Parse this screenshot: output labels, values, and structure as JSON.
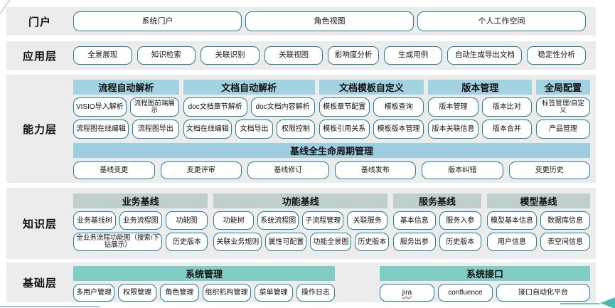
{
  "colors": {
    "band_bg": "#ececec",
    "chip_border": "#2a7a9b",
    "capability_header_bg": "#a3d2e3",
    "baseline_band_bg": "#9ccee0",
    "knowledge_header_bg": "#becfce",
    "foundation_header_bg": "#82ccc6",
    "arrow_accent": "#47b8b2",
    "bottom_line_accent": "#9dc3e6"
  },
  "layers": [
    {
      "label": "门户",
      "buttons": [
        "系统门户",
        "角色视图",
        "个人工作空间"
      ]
    },
    {
      "label": "应用层",
      "buttons": [
        "全景展现",
        "知识检索",
        "关联识别",
        "关联视图",
        "影响度分析",
        "生成用例",
        "自动生成导出文档",
        "稳定性分析"
      ]
    },
    {
      "label": "能力层",
      "groups": [
        {
          "title": "流程自动解析",
          "rows": [
            [
              "VISIO导入解析",
              "流程图前端展示"
            ],
            [
              "流程图在线编辑",
              "流程图导出"
            ]
          ]
        },
        {
          "title": "文档自动解析",
          "rows": [
            [
              "doc文档章节解析",
              "doc文档内容解析"
            ],
            [
              "文档在线编辑",
              "文档导出",
              "权限控制"
            ]
          ]
        },
        {
          "title": "文档模板自定义",
          "rows": [
            [
              "模板章节配置",
              "模板查询"
            ],
            [
              "模板引用关系",
              "模板版本管理"
            ]
          ]
        },
        {
          "title": "版本管理",
          "rows": [
            [
              "版本管理",
              "版本比对"
            ],
            [
              "版本关联信息",
              "版本合并"
            ]
          ]
        },
        {
          "title": "全局配置",
          "rows": [
            [
              "标签管理/自定义"
            ],
            [
              "产品管理"
            ]
          ]
        }
      ],
      "baseline": {
        "title": "基线全生命周期管理",
        "buttons": [
          "基线变更",
          "变更评审",
          "基线修订",
          "基线发布",
          "版本纠错",
          "变更历史"
        ]
      }
    },
    {
      "label": "知识层",
      "groups": [
        {
          "title": "业务基线",
          "rows": [
            [
              "业务基线树",
              "业务流程图",
              "功能图"
            ],
            [
              "全业务流程功能图（搜索/下钻展示）",
              "历史版本"
            ]
          ]
        },
        {
          "title": "功能基线",
          "rows": [
            [
              "功能树",
              "系统流程图",
              "子流程管理",
              "关联服务"
            ],
            [
              "关联业务规则",
              "属性可配置",
              "功能全景图",
              "历史版本"
            ]
          ]
        },
        {
          "title": "服务基线",
          "rows": [
            [
              "基本信息",
              "服务入参"
            ],
            [
              "服务出参",
              "历史版本"
            ]
          ]
        },
        {
          "title": "模型基线",
          "rows": [
            [
              "模型基本信息",
              "数据库信息"
            ],
            [
              "用户信息",
              "表空间信息"
            ]
          ]
        }
      ]
    },
    {
      "label": "基础层",
      "groups": [
        {
          "title": "系统管理",
          "rows": [
            [
              "多用户管理",
              "权限管理",
              "角色管理",
              "组织机构管理",
              "菜单管理",
              "操作日志"
            ]
          ]
        },
        {
          "title": "系统接口",
          "rows": [
            [
              "jira",
              "confluence",
              "接口自动化平台"
            ]
          ]
        }
      ]
    }
  ]
}
